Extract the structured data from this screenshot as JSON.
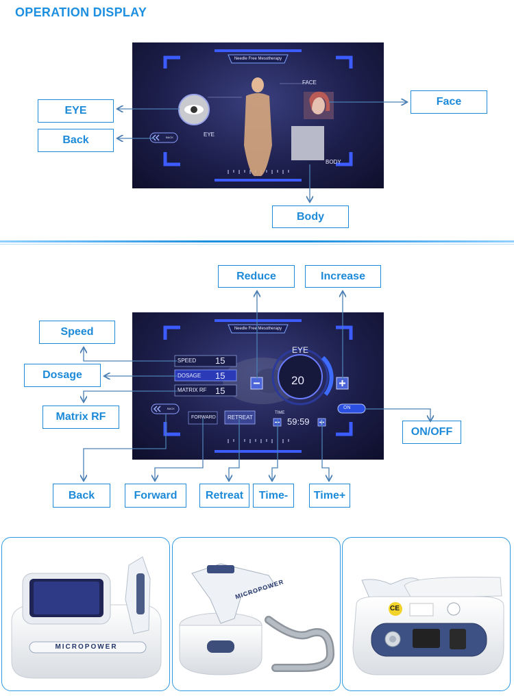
{
  "section1": {
    "title": "OPERATION DISPLAY",
    "screen": {
      "header": "Needle Free Mesotherapy",
      "eye_label": "EYE",
      "face_label": "FACE",
      "body_label": "BODY",
      "back_label": "BACK"
    },
    "callouts": {
      "eye": "EYE",
      "back": "Back",
      "face": "Face",
      "body": "Body"
    }
  },
  "section2": {
    "screen": {
      "header": "Needle Free Mesotherapy",
      "mode": "EYE",
      "speed_label": "SPEED",
      "speed_value": "15",
      "dosage_label": "DOSAGE",
      "dosage_value": "15",
      "matrix_label": "MATRIX RF",
      "matrix_value": "15",
      "level_value": "20",
      "time_label": "TIME",
      "time_value": "59:59",
      "back_label": "BACK",
      "forward_label": "FORWARD",
      "retreat_label": "RETREAT",
      "on_label": "ON"
    },
    "callouts": {
      "reduce": "Reduce",
      "increase": "Increase",
      "speed": "Speed",
      "dosage": "Dosage",
      "matrix_rf": "Matrix RF",
      "on_off": "ON/OFF",
      "back": "Back",
      "forward": "Forward",
      "retreat": "Retreat",
      "time_minus": "Time-",
      "time_plus": "Time+"
    }
  },
  "photos": {
    "brand": "MICROPOWER",
    "ce_mark": "CE"
  },
  "colors": {
    "accent": "#1c8ad8",
    "arrow": "#4a7fb3",
    "screen_bg": "#1d1f4c",
    "hud_blue": "#3d6cff"
  }
}
